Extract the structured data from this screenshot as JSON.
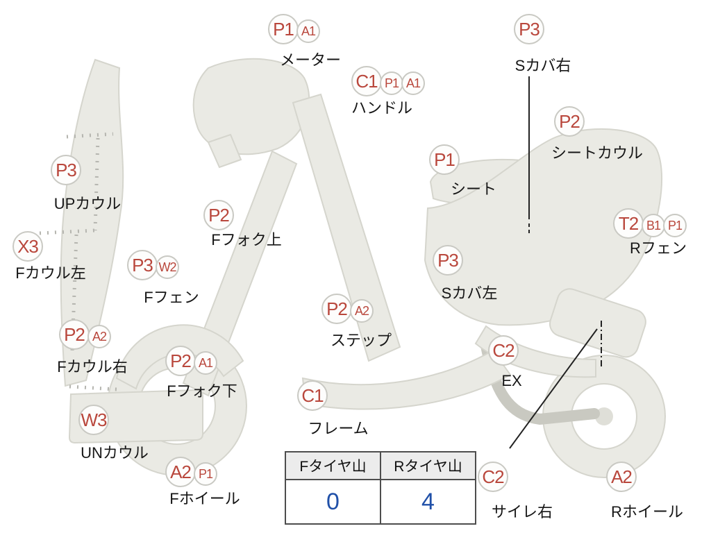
{
  "diagram_type": "motorcycle-damage-diagram",
  "colors": {
    "code_red": "#b9473c",
    "value_blue": "#2050a8",
    "bike_fill": "#eaeae4",
    "bike_stroke": "#d5d5cd"
  },
  "markers": [
    {
      "part": "meter",
      "codes": [
        "P1",
        "A1"
      ],
      "label": "メーター"
    },
    {
      "part": "scover-right",
      "codes": [
        "P3"
      ],
      "label": "Sカバ右"
    },
    {
      "part": "handle",
      "codes": [
        "C1",
        "P1",
        "A1"
      ],
      "label": "ハンドル"
    },
    {
      "part": "seat-cowl",
      "codes": [
        "P2"
      ],
      "label": "シートカウル"
    },
    {
      "part": "seat",
      "codes": [
        "P1"
      ],
      "label": "シート"
    },
    {
      "part": "up-cowl",
      "codes": [
        "P3"
      ],
      "label": "UPカウル"
    },
    {
      "part": "ffork-upper",
      "codes": [
        "P2"
      ],
      "label": "Fフォク上"
    },
    {
      "part": "rfender",
      "codes": [
        "T2",
        "B1",
        "P1"
      ],
      "label": "Rフェン"
    },
    {
      "part": "fcowl-left",
      "codes": [
        "X3"
      ],
      "label": "Fカウル左"
    },
    {
      "part": "ffender",
      "codes": [
        "P3",
        "W2"
      ],
      "label": "Fフェン"
    },
    {
      "part": "scover-left",
      "codes": [
        "P3"
      ],
      "label": "Sカバ左"
    },
    {
      "part": "step",
      "codes": [
        "P2",
        "A2"
      ],
      "label": "ステップ"
    },
    {
      "part": "fcowl-right",
      "codes": [
        "P2",
        "A2"
      ],
      "label": "Fカウル右"
    },
    {
      "part": "ffork-lower",
      "codes": [
        "P2",
        "A1"
      ],
      "label": "Fフォク下"
    },
    {
      "part": "exhaust",
      "codes": [
        "C2"
      ],
      "label": "EX"
    },
    {
      "part": "un-cowl",
      "codes": [
        "W3"
      ],
      "label": "UNカウル"
    },
    {
      "part": "frame",
      "codes": [
        "C1"
      ],
      "label": "フレーム"
    },
    {
      "part": "fwheel",
      "codes": [
        "A2",
        "P1"
      ],
      "label": "Fホイール"
    },
    {
      "part": "silencer-right",
      "codes": [
        "C2"
      ],
      "label": "サイレ右"
    },
    {
      "part": "rwheel",
      "codes": [
        "A2"
      ],
      "label": "Rホイール"
    }
  ],
  "tire_table": {
    "headers": [
      "Fタイヤ山",
      "Rタイヤ山"
    ],
    "values": [
      "0",
      "4"
    ]
  }
}
